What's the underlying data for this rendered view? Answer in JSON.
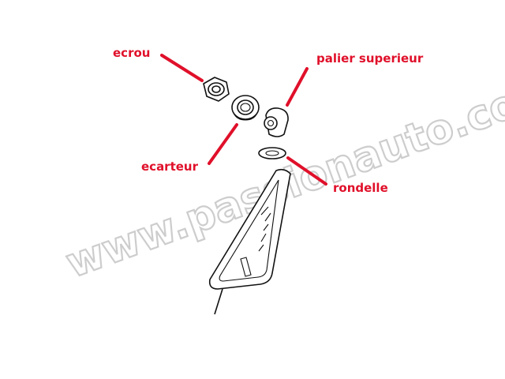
{
  "labels": {
    "ecrou": "ecrou",
    "palier_superieur": "palier superieur",
    "ecarteur": "ecarteur",
    "rondelle": "rondelle"
  },
  "watermark": "www.passionauto.com",
  "colors": {
    "label": "#e0102a",
    "line_art": "#111111",
    "watermark_outline": "#c8c8c8",
    "background": "#ffffff"
  }
}
